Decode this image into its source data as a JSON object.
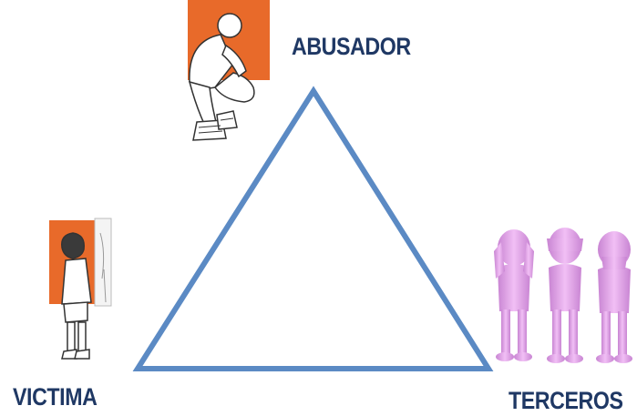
{
  "diagram": {
    "colors": {
      "triangle_stroke": "#5b8ac4",
      "label_text": "#1f3864",
      "orange_panel": "#e86a2a",
      "figure_pink": "#e6a6ea",
      "figure_outline": "#333333"
    },
    "nodes": [
      {
        "id": "abusador",
        "label": "ABUSADOR",
        "icon": "crouching-person-icon"
      },
      {
        "id": "victima",
        "label": "VICTIMA",
        "icon": "standing-child-icon"
      },
      {
        "id": "terceros",
        "label": "TERCEROS",
        "icon": "three-pink-figures-icon"
      }
    ]
  }
}
